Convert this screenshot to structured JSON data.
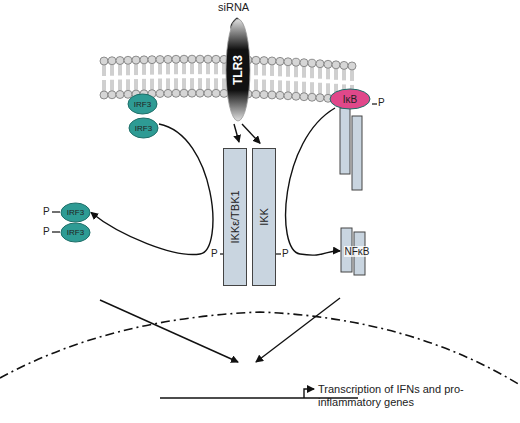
{
  "diagram": {
    "nodes": [
      {
        "text": [
          "TLR3"
        ]
      },
      {
        "text": [
          "IRF3"
        ]
      },
      {
        "text": [
          "IRF3"
        ]
      },
      {
        "text": [
          "IKKε/TBK1"
        ]
      },
      {
        "text": [
          "IKK"
        ]
      },
      {
        "text": [
          "IκB"
        ]
      },
      {
        "text": [
          "IRF3"
        ]
      },
      {
        "text": [
          "IRF3"
        ]
      },
      {
        "text": [
          "NFκB"
        ]
      }
    ],
    "edges": [
      {
        "from": 0,
        "to": 3,
        "arrow": "to"
      },
      {
        "from": 0,
        "to": 4,
        "arrow": "to"
      },
      {
        "from": 2,
        "to": 6,
        "arrow": "to"
      },
      {
        "from": 5,
        "to": 8,
        "arrow": "to"
      }
    ],
    "labels": [
      "siRNA",
      "P",
      "P",
      "P",
      "P",
      "P",
      "Transcription of IFNs and pro-inflammatory genes"
    ]
  }
}
